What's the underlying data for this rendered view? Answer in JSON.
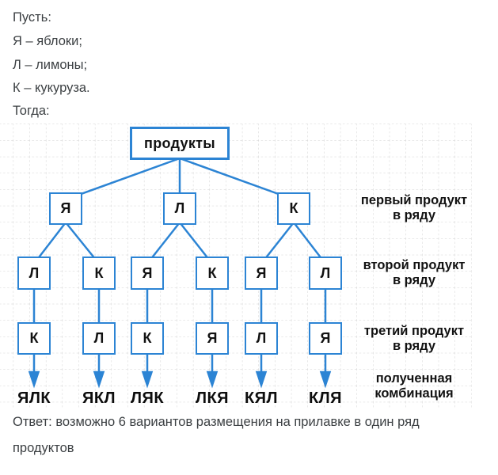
{
  "intro_lines": [
    "Пусть:",
    "Я – яблоки;",
    "Л – лимоны;",
    "К – кукуруза.",
    "Тогда:"
  ],
  "tree": {
    "root_label": "продукты",
    "level1": [
      "Я",
      "Л",
      "К"
    ],
    "level2": [
      "Л",
      "К",
      "Я",
      "К",
      "Я",
      "Л"
    ],
    "level3": [
      "К",
      "Л",
      "К",
      "Я",
      "Л",
      "Я"
    ],
    "combinations": [
      "ЯЛК",
      "ЯКЛ",
      "ЛЯК",
      "ЛКЯ",
      "КЯЛ",
      "КЛЯ"
    ],
    "row_labels": [
      {
        "line1": "первый продукт",
        "line2": "в ряду"
      },
      {
        "line1": "второй продукт",
        "line2": "в ряду"
      },
      {
        "line1": "третий продукт",
        "line2": "в ряду"
      },
      {
        "line1": "полученная",
        "line2": "комбинация"
      }
    ]
  },
  "answer_lines": [
    "Ответ: возможно 6 вариантов размещения на прилавке в один ряд",
    "продуктов"
  ],
  "colors": {
    "accent_blue": "#2c84d4",
    "grid_line": "#d2d2d2",
    "body_text": "#3c4043",
    "diagram_text": "#121212"
  }
}
